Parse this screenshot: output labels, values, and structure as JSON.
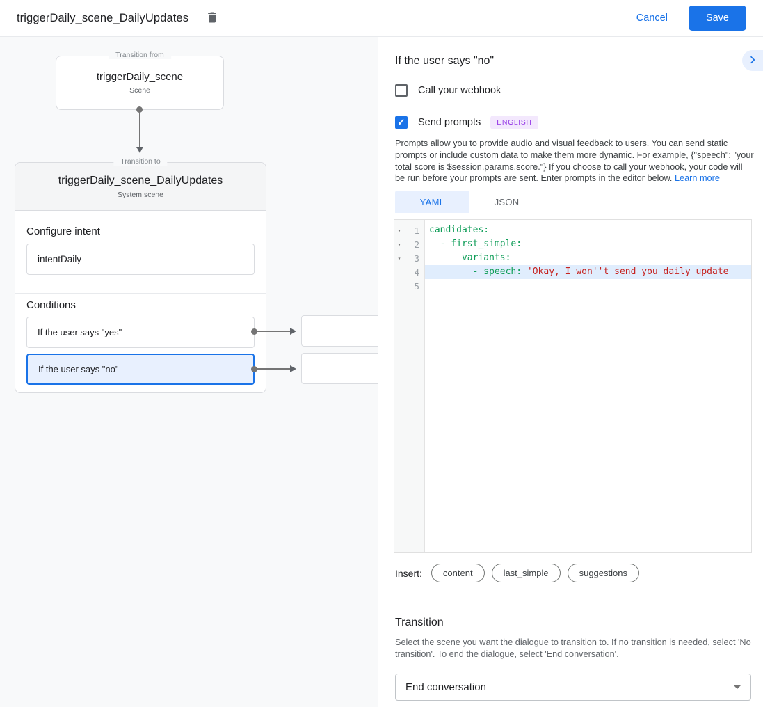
{
  "topbar": {
    "title": "triggerDaily_scene_DailyUpdates",
    "cancel_label": "Cancel",
    "save_label": "Save"
  },
  "icons": {
    "delete": "trash-can",
    "collapse": "chevron-right",
    "checkbox_check": "✓",
    "fold": "▾",
    "dropdown_caret": "▾"
  },
  "colors": {
    "accent_blue": "#1a73e8",
    "selected_condition_bg": "#e8f0fe",
    "badge_purple_text": "#9334e6",
    "badge_purple_bg": "#f3e8fd",
    "code_key_green": "#0f9d58",
    "code_string_red": "#c5221f",
    "highlight_line_bg": "#e0edfd"
  },
  "canvas": {
    "from_box": {
      "legend": "Transition from",
      "title": "triggerDaily_scene",
      "subtitle": "Scene"
    },
    "to_card": {
      "legend": "Transition to",
      "title": "triggerDaily_scene_DailyUpdates",
      "subtitle": "System scene",
      "intent_label": "Configure intent",
      "intent_value": "intentDaily",
      "conditions_label": "Conditions",
      "conditions": [
        {
          "label": "If the user says \"yes\""
        },
        {
          "label": "If the user says \"no\""
        }
      ]
    }
  },
  "panel": {
    "title": "If the user says \"no\"",
    "webhook_label": "Call your webhook",
    "prompts_label": "Send prompts",
    "language_badge": "ENGLISH",
    "description": "Prompts allow you to provide audio and visual feedback to users. You can send static prompts or include custom data to make them more dynamic. For example, {\"speech\": \"your total score is $session.params.score.\"} If you choose to call your webhook, your code will be run before your prompts are sent. Enter prompts in the editor below. ",
    "learn_more": "Learn more",
    "tabs": [
      {
        "label": "YAML"
      },
      {
        "label": "JSON"
      }
    ],
    "editor": {
      "lines": [
        {
          "num": "1",
          "fold": "▾",
          "tokens": [
            {
              "t": "candidates:"
            }
          ]
        },
        {
          "num": "2",
          "fold": "▾",
          "tokens": [
            {
              "t": "  - first_simple:"
            }
          ]
        },
        {
          "num": "3",
          "fold": "▾",
          "tokens": [
            {
              "t": "      variants:"
            }
          ]
        },
        {
          "num": "4",
          "tokens": [
            {
              "t": "        - speech: "
            },
            {
              "t": "'Okay, I won''t send you daily update"
            }
          ]
        },
        {
          "num": "5",
          "tokens": []
        }
      ]
    },
    "insert_label": "Insert:",
    "insert_pills": [
      "content",
      "last_simple",
      "suggestions"
    ],
    "transition": {
      "heading": "Transition",
      "description": "Select the scene you want the dialogue to transition to. If no transition is needed, select 'No transition'. To end the dialogue, select 'End conversation'.",
      "select_value": "End conversation"
    }
  }
}
